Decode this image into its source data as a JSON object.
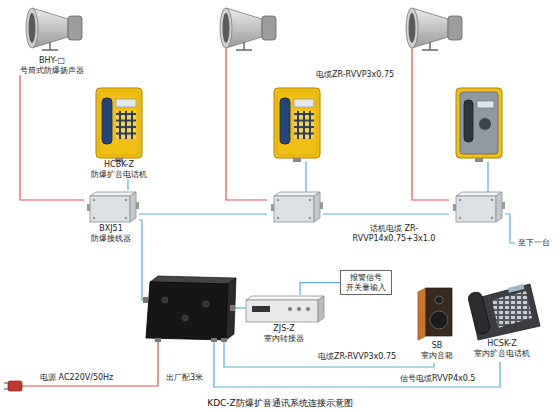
{
  "diagram": {
    "title": "KDC-Z防爆扩音通讯系统连接示意图",
    "nodes": [
      {
        "text": [
          "BHY-□ 号筒式防爆扬声器"
        ]
      },
      {
        "text": [
          "HCBK-Z 防爆扩音电话机"
        ]
      },
      {
        "text": [
          "BXJ51 防爆接线器"
        ]
      },
      {
        "text": [
          "ZJS-Z 室内转接器"
        ]
      },
      {
        "text": [
          "报警信号 开关量输入"
        ]
      },
      {
        "text": [
          "SB 室内音箱"
        ]
      },
      {
        "text": [
          "HCSK-Z 室内扩音电话机"
        ]
      }
    ],
    "edges": [
      {
        "from": 0,
        "to": 2,
        "arrow": "none"
      },
      {
        "from": 1,
        "to": 2,
        "arrow": "none"
      },
      {
        "from": 4,
        "to": 3,
        "arrow": "none"
      }
    ],
    "labels": [
      "电缆ZR-RVVP3x0.75",
      "话机电缆 ZR-RVVP14x0.75+3x1.0",
      "至下一台",
      "电缆ZR-RVVP3x0.75",
      "电源 AC220V/50Hz",
      "出厂配3米",
      "信号电缆RVVP4x0.5"
    ]
  }
}
